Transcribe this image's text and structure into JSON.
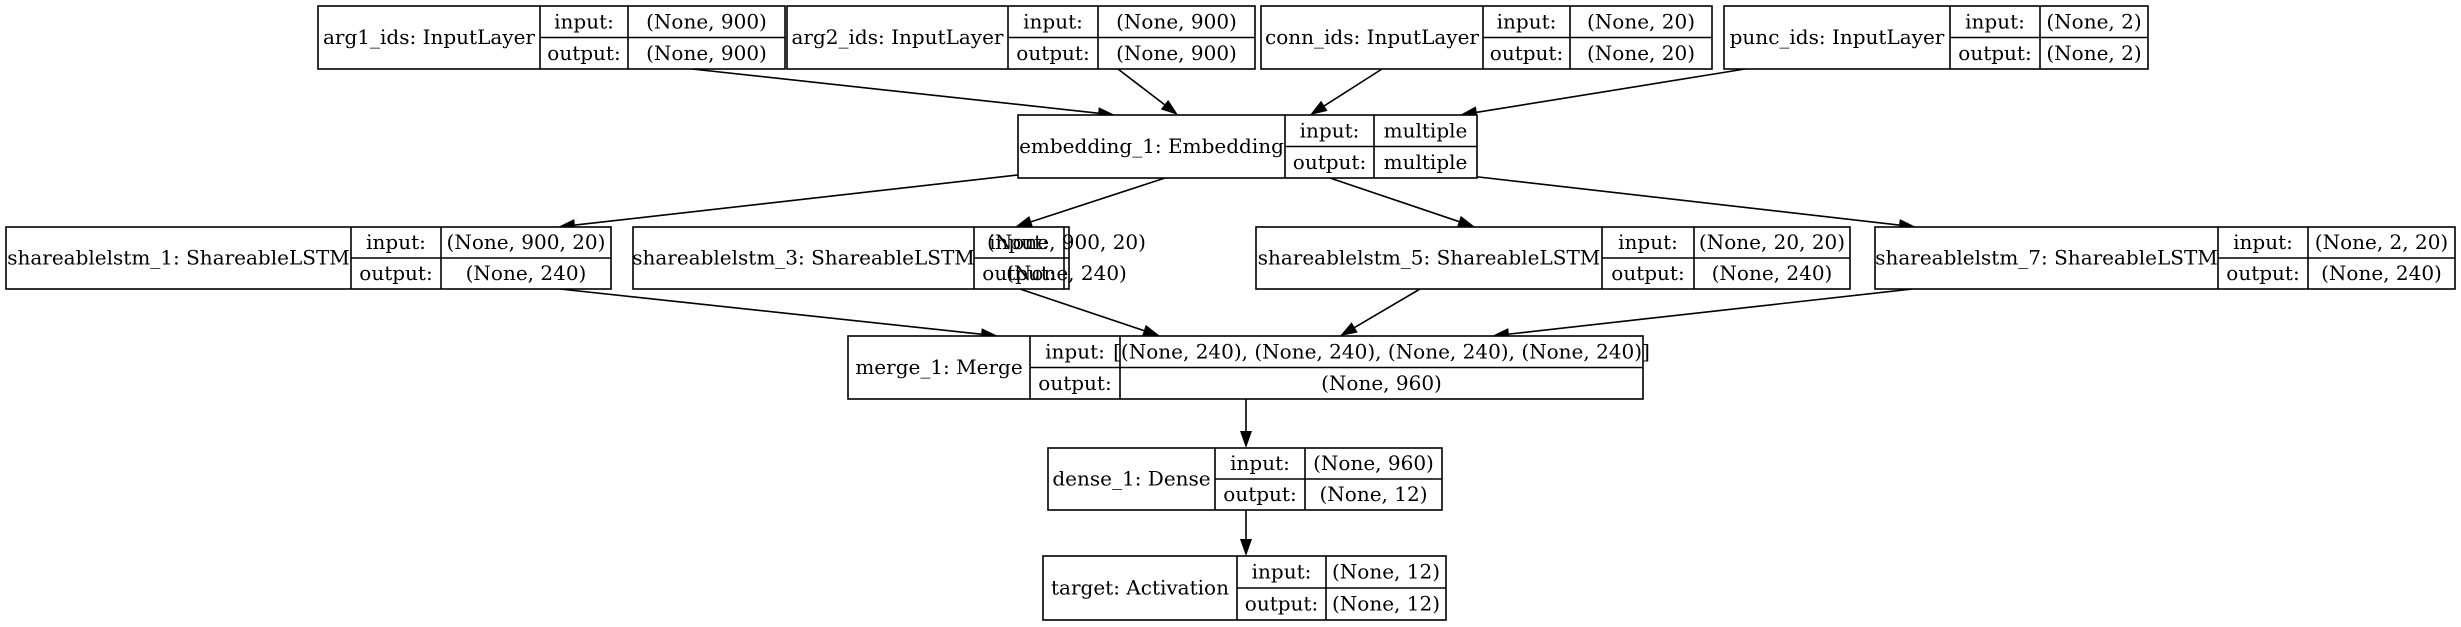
{
  "nodes": {
    "arg1": {
      "label": "arg1_ids: InputLayer",
      "in_key": "input:",
      "in_val": "(None, 900)",
      "out_key": "output:",
      "out_val": "(None, 900)"
    },
    "arg2": {
      "label": "arg2_ids: InputLayer",
      "in_key": "input:",
      "in_val": "(None, 900)",
      "out_key": "output:",
      "out_val": "(None, 900)"
    },
    "conn": {
      "label": "conn_ids: InputLayer",
      "in_key": "input:",
      "in_val": "(None, 20)",
      "out_key": "output:",
      "out_val": "(None, 20)"
    },
    "punc": {
      "label": "punc_ids: InputLayer",
      "in_key": "input:",
      "in_val": "(None, 2)",
      "out_key": "output:",
      "out_val": "(None, 2)"
    },
    "emb": {
      "label": "embedding_1: Embedding",
      "in_key": "input:",
      "in_val": "multiple",
      "out_key": "output:",
      "out_val": "multiple"
    },
    "lstm1": {
      "label": "shareablelstm_1: ShareableLSTM",
      "in_key": "input:",
      "in_val": "(None, 900, 20)",
      "out_key": "output:",
      "out_val": "(None, 240)"
    },
    "lstm3": {
      "label": "shareablelstm_3: ShareableLSTM",
      "in_key": "input:",
      "in_val": "(None, 900, 20)",
      "out_key": "output:",
      "out_val": "(None, 240)"
    },
    "lstm5": {
      "label": "shareablelstm_5: ShareableLSTM",
      "in_key": "input:",
      "in_val": "(None, 20, 20)",
      "out_key": "output:",
      "out_val": "(None, 240)"
    },
    "lstm7": {
      "label": "shareablelstm_7: ShareableLSTM",
      "in_key": "input:",
      "in_val": "(None, 2, 20)",
      "out_key": "output:",
      "out_val": "(None, 240)"
    },
    "merge": {
      "label": "merge_1: Merge",
      "in_key": "input:",
      "in_val": "[(None, 240), (None, 240), (None, 240), (None, 240)]",
      "out_key": "output:",
      "out_val": "(None, 960)"
    },
    "dense": {
      "label": "dense_1: Dense",
      "in_key": "input:",
      "in_val": "(None, 960)",
      "out_key": "output:",
      "out_val": "(None, 12)"
    },
    "target": {
      "label": "target: Activation",
      "in_key": "input:",
      "in_val": "(None, 12)",
      "out_key": "output:",
      "out_val": "(None, 12)"
    }
  },
  "edges": [
    [
      "arg1",
      "emb"
    ],
    [
      "arg2",
      "emb"
    ],
    [
      "conn",
      "emb"
    ],
    [
      "punc",
      "emb"
    ],
    [
      "emb",
      "lstm1"
    ],
    [
      "emb",
      "lstm3"
    ],
    [
      "emb",
      "lstm5"
    ],
    [
      "emb",
      "lstm7"
    ],
    [
      "lstm1",
      "merge"
    ],
    [
      "lstm3",
      "merge"
    ],
    [
      "lstm5",
      "merge"
    ],
    [
      "lstm7",
      "merge"
    ],
    [
      "merge",
      "dense"
    ],
    [
      "dense",
      "target"
    ]
  ]
}
